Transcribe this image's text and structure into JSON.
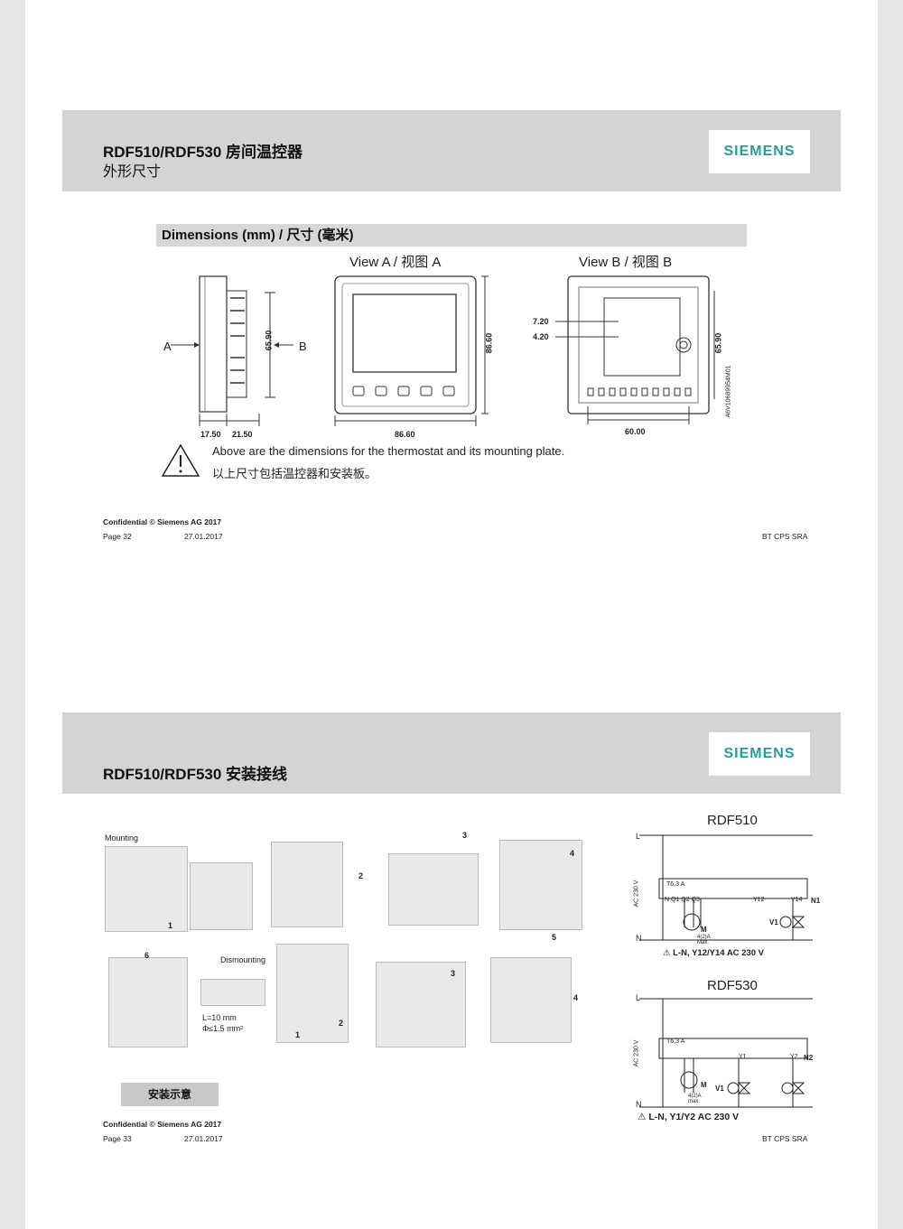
{
  "slide1": {
    "title": "RDF510/RDF530 房间温控器",
    "subtitle": "外形尺寸",
    "logo": "SIEMENS",
    "section_title": "Dimensions (mm)  / 尺寸 (毫米)",
    "view_a": "View A / 视图 A",
    "view_b": "View B / 视图 B",
    "label_a": "A",
    "label_b": "B",
    "dims": {
      "side_height": "65.90",
      "depth_1": "17.50",
      "depth_2": "21.50",
      "front_width": "86.60",
      "front_height": "86.60",
      "back_width": "60.00",
      "back_height": "65.90",
      "d_720": "7.20",
      "d_420": "4.20",
      "drawing_code": "A6V10689954M01"
    },
    "note_en": "Above are the dimensions for the thermostat and its mounting plate.",
    "note_cn": "以上尺寸包括温控器和安装板。",
    "confidential": "Confidential © Siemens AG 2017",
    "page": "Page 32",
    "date": "27.01.2017",
    "dept": "BT CPS SRA"
  },
  "slide2": {
    "title": "RDF510/RDF530 安装接线",
    "logo": "SIEMENS",
    "mounting": "Mounting",
    "dismounting": "Dismounting",
    "steps": [
      "1",
      "2",
      "3",
      "4",
      "5",
      "6"
    ],
    "dismount_steps": [
      "1",
      "2",
      "3",
      "4"
    ],
    "length_note": "L=10 mm",
    "dia_note": "Φ≤1.5 mm²",
    "caption": "安装示意",
    "rdf510": {
      "title": "RDF510",
      "l": "L",
      "n": "N",
      "supply": "AC 230 V",
      "fuse": "T6,3 A",
      "terminals": "N  Q1 Q2 Q3",
      "y12": "Y12",
      "y14": "Y14",
      "n1": "N1",
      "motor": "M",
      "v1": "V1",
      "rating": "4(2)A Max.",
      "warning": "L-N, Y12/Y14  AC 230 V"
    },
    "rdf530": {
      "title": "RDF530",
      "l": "L",
      "n": "N",
      "supply": "AC 230 V",
      "fuse": "T6,3 A",
      "y1": "Y1",
      "y2": "Y2",
      "n2": "N2",
      "motor": "M",
      "v1": "V1",
      "rating": "4(2)A max.",
      "warning": "L-N, Y1/Y2 AC 230 V"
    },
    "confidential": "Confidential © Siemens AG 2017",
    "page": "Page 33",
    "date": "27.01.2017",
    "dept": "BT CPS SRA"
  }
}
